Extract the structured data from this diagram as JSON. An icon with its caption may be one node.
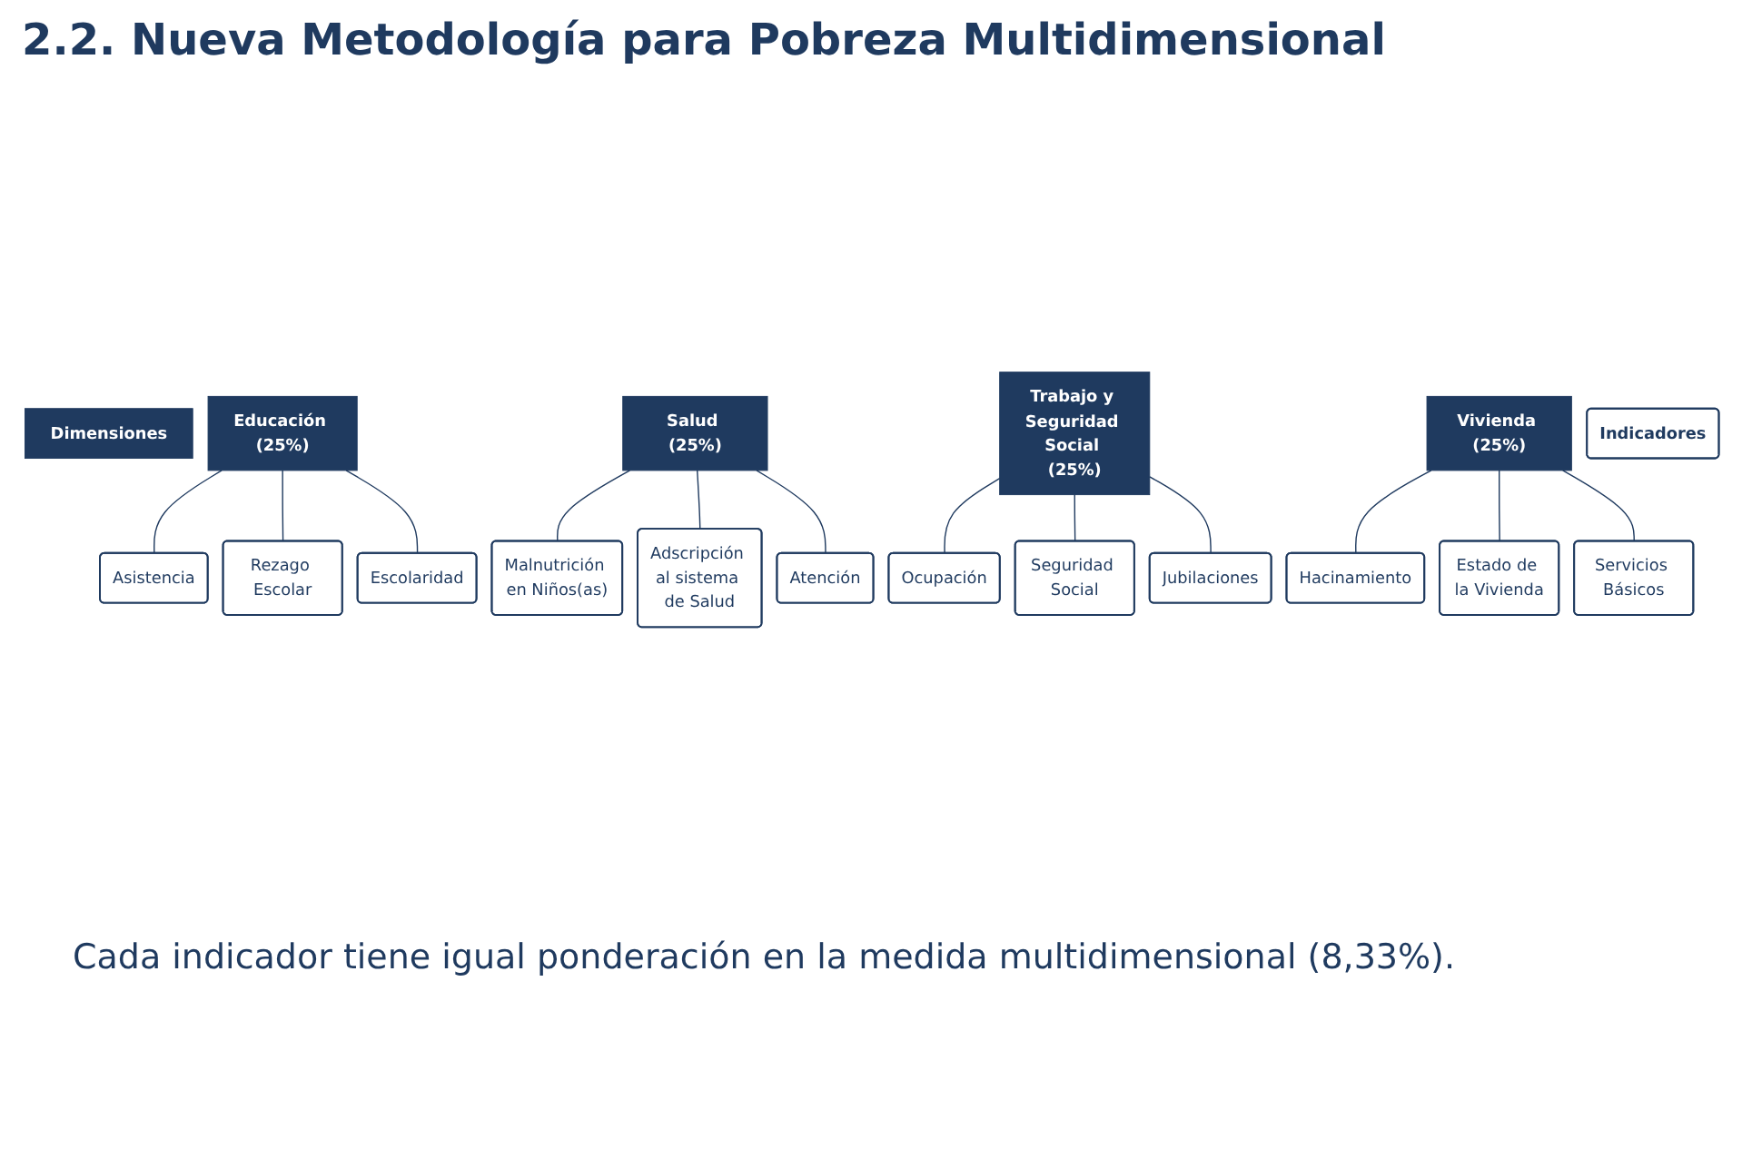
{
  "diagram": {
    "title": "2.2. Nueva Metodología para Pobreza Multidimensional",
    "caption": "Cada indicador tiene igual ponderación en la medida multidimensional (8,33%).",
    "nodes": [
      {
        "text": [
          "Dimensiones"
        ]
      },
      {
        "text": [
          "Educación (25%)"
        ]
      },
      {
        "text": [
          "Salud (25%)"
        ]
      },
      {
        "text": [
          "Trabajo y Seguridad Social (25%)"
        ]
      },
      {
        "text": [
          "Vivienda (25%)"
        ]
      },
      {
        "text": [
          "Indicadores"
        ]
      },
      {
        "text": [
          "Asistencia"
        ]
      },
      {
        "text": [
          "Rezago Escolar"
        ]
      },
      {
        "text": [
          "Escolaridad"
        ]
      },
      {
        "text": [
          "Malnutrición en Niños(as)"
        ]
      },
      {
        "text": [
          "Adscripción al sistema de Salud"
        ]
      },
      {
        "text": [
          "Atención"
        ]
      },
      {
        "text": [
          "Ocupación"
        ]
      },
      {
        "text": [
          "Seguridad Social"
        ]
      },
      {
        "text": [
          "Jubilaciones"
        ]
      },
      {
        "text": [
          "Hacinamiento"
        ]
      },
      {
        "text": [
          "Estado de la Vivienda"
        ]
      },
      {
        "text": [
          "Servicios Básicos"
        ]
      }
    ],
    "edges": [
      {
        "from": 1,
        "to": 6,
        "arrow": "none"
      },
      {
        "from": 1,
        "to": 7,
        "arrow": "none"
      },
      {
        "from": 1,
        "to": 8,
        "arrow": "none"
      },
      {
        "from": 2,
        "to": 9,
        "arrow": "none"
      },
      {
        "from": 2,
        "to": 10,
        "arrow": "none"
      },
      {
        "from": 2,
        "to": 11,
        "arrow": "none"
      },
      {
        "from": 3,
        "to": 12,
        "arrow": "none"
      },
      {
        "from": 3,
        "to": 13,
        "arrow": "none"
      },
      {
        "from": 3,
        "to": 14,
        "arrow": "none"
      },
      {
        "from": 4,
        "to": 15,
        "arrow": "none"
      },
      {
        "from": 4,
        "to": 16,
        "arrow": "none"
      },
      {
        "from": 4,
        "to": 17,
        "arrow": "none"
      }
    ]
  }
}
